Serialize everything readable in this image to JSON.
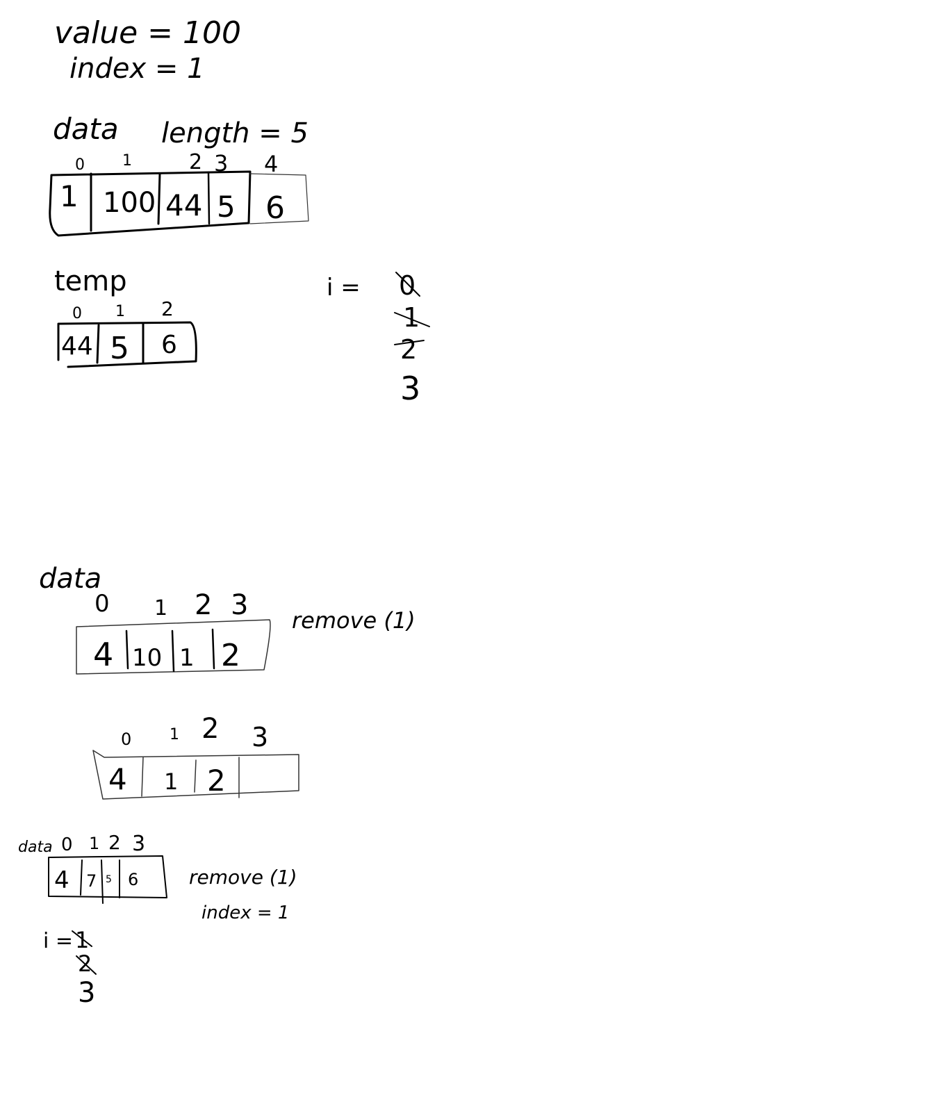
{
  "top": {
    "value_label": "value = 100",
    "index_label": "index = 1",
    "data_label": "data",
    "length_label": "length = 5",
    "data_indices": [
      "0",
      "1",
      "2",
      "3",
      "4"
    ],
    "data_values": [
      "1",
      "100",
      "44",
      "5",
      "6"
    ],
    "temp_label": "temp",
    "temp_indices": [
      "0",
      "1",
      "2"
    ],
    "temp_values": [
      "44",
      "5",
      "6"
    ],
    "i_label": "i =",
    "i_values_struck": [
      "0",
      "1",
      "2"
    ],
    "i_value_final": "3"
  },
  "middle": {
    "data_label": "data",
    "indices": [
      "0",
      "1",
      "2",
      "3"
    ],
    "values": [
      "4",
      "10",
      "1",
      "2"
    ],
    "remove_label": "remove (1)",
    "after_indices": [
      "0",
      "1",
      "2",
      "3"
    ],
    "after_values": [
      "4",
      "1",
      "2",
      ""
    ]
  },
  "bottom": {
    "data_label": "data",
    "indices": [
      "0",
      "1",
      "2",
      "3"
    ],
    "values": [
      "4",
      "7",
      "5",
      "6"
    ],
    "remove_label": "remove (1)",
    "index_label": "index = 1",
    "i_label": "i =",
    "i_values_struck": [
      "1",
      "2"
    ],
    "i_value_final": "3"
  }
}
